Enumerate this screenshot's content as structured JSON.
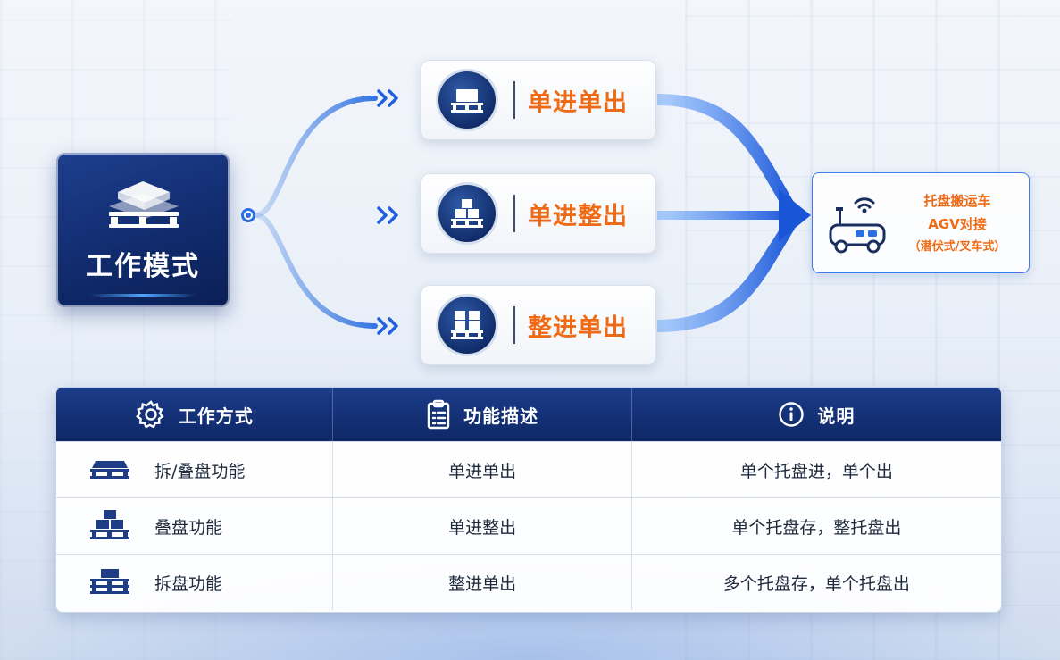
{
  "mode": {
    "title": "工作模式"
  },
  "options": [
    {
      "label": "单进单出",
      "icon": "single-pallet-icon"
    },
    {
      "label": "单进整出",
      "icon": "stacked-boxes-icon"
    },
    {
      "label": "整进单出",
      "icon": "box-grid-icon"
    }
  ],
  "agv": {
    "line1": "托盘搬运车",
    "line2": "AGV对接",
    "line3": "（潜伏式/叉车式）"
  },
  "table": {
    "headers": [
      {
        "label": "工作方式",
        "icon": "gear-icon"
      },
      {
        "label": "功能描述",
        "icon": "clipboard-icon"
      },
      {
        "label": "说明",
        "icon": "info-icon"
      }
    ],
    "rows": [
      {
        "mode": "拆/叠盘功能",
        "desc": "单进单出",
        "note": "单个托盘进，单个出"
      },
      {
        "mode": "叠盘功能",
        "desc": "单进整出",
        "note": "单个托盘存，整托盘出"
      },
      {
        "mode": "拆盘功能",
        "desc": "整进单出",
        "note": "多个托盘存，单个托盘出"
      }
    ]
  },
  "colors": {
    "navy": "#102a6b",
    "accent_orange": "#ee6a14",
    "flow_blue": "#2a6fe0"
  }
}
